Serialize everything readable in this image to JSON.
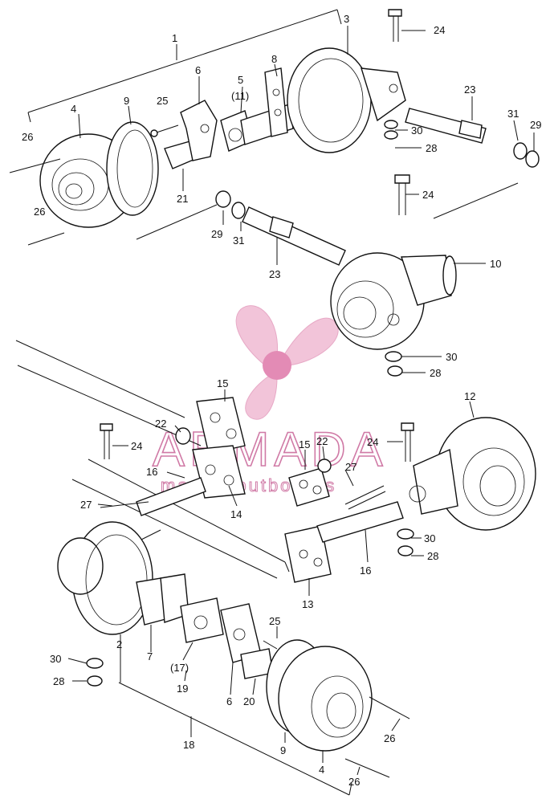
{
  "watermark": {
    "brand": "ARMADA",
    "tagline": "marine outboards",
    "color": "#d07aa6"
  },
  "callouts": [
    {
      "id": "c1",
      "text": "1"
    },
    {
      "id": "c3",
      "text": "3"
    },
    {
      "id": "c24a",
      "text": "24"
    },
    {
      "id": "c8",
      "text": "8"
    },
    {
      "id": "c6a",
      "text": "6"
    },
    {
      "id": "c5",
      "text": "5"
    },
    {
      "id": "c11",
      "text": "(11)"
    },
    {
      "id": "c9a",
      "text": "9"
    },
    {
      "id": "c25a",
      "text": "25"
    },
    {
      "id": "c4a",
      "text": "4"
    },
    {
      "id": "c26a",
      "text": "26"
    },
    {
      "id": "c21",
      "text": "21"
    },
    {
      "id": "c26b",
      "text": "26"
    },
    {
      "id": "c23a",
      "text": "23"
    },
    {
      "id": "c31a",
      "text": "31"
    },
    {
      "id": "c29a",
      "text": "29"
    },
    {
      "id": "c30a",
      "text": "30"
    },
    {
      "id": "c28a",
      "text": "28"
    },
    {
      "id": "c24b",
      "text": "24"
    },
    {
      "id": "c29b",
      "text": "29"
    },
    {
      "id": "c31b",
      "text": "31"
    },
    {
      "id": "c23b",
      "text": "23"
    },
    {
      "id": "c10",
      "text": "10"
    },
    {
      "id": "c30b",
      "text": "30"
    },
    {
      "id": "c28b",
      "text": "28"
    },
    {
      "id": "c15a",
      "text": "15"
    },
    {
      "id": "c12",
      "text": "12"
    },
    {
      "id": "c22a",
      "text": "22"
    },
    {
      "id": "c24c",
      "text": "24"
    },
    {
      "id": "c24d",
      "text": "24"
    },
    {
      "id": "c15b",
      "text": "15"
    },
    {
      "id": "c22b",
      "text": "22"
    },
    {
      "id": "c16a",
      "text": "16"
    },
    {
      "id": "c27a",
      "text": "27"
    },
    {
      "id": "c14",
      "text": "14"
    },
    {
      "id": "c27b",
      "text": "27"
    },
    {
      "id": "c30c",
      "text": "30"
    },
    {
      "id": "c28c",
      "text": "28"
    },
    {
      "id": "c16b",
      "text": "16"
    },
    {
      "id": "c13",
      "text": "13"
    },
    {
      "id": "c25b",
      "text": "25"
    },
    {
      "id": "c2",
      "text": "2"
    },
    {
      "id": "c7",
      "text": "7"
    },
    {
      "id": "c30d",
      "text": "30"
    },
    {
      "id": "c17",
      "text": "(17)"
    },
    {
      "id": "c28d",
      "text": "28"
    },
    {
      "id": "c19",
      "text": "19"
    },
    {
      "id": "c6b",
      "text": "6"
    },
    {
      "id": "c20",
      "text": "20"
    },
    {
      "id": "c26c",
      "text": "26"
    },
    {
      "id": "c18",
      "text": "18"
    },
    {
      "id": "c9b",
      "text": "9"
    },
    {
      "id": "c4b",
      "text": "4"
    },
    {
      "id": "c26d",
      "text": "26"
    }
  ]
}
